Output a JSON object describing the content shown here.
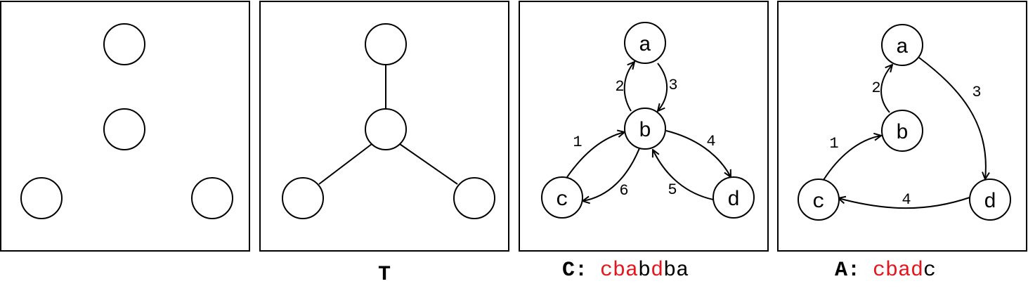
{
  "colors": {
    "highlight": "#e8141c",
    "ink": "#000000"
  },
  "panels": [
    {
      "id": "graph",
      "caption": [],
      "nodes": [
        {
          "id": "n1",
          "label": ""
        },
        {
          "id": "n2",
          "label": ""
        },
        {
          "id": "n3",
          "label": ""
        },
        {
          "id": "n4",
          "label": ""
        }
      ],
      "edges": []
    },
    {
      "id": "tree",
      "caption": [
        {
          "text": "T",
          "bold": true,
          "color": "#000000"
        }
      ],
      "nodes": [
        {
          "id": "n1",
          "label": ""
        },
        {
          "id": "n2",
          "label": ""
        },
        {
          "id": "n3",
          "label": ""
        },
        {
          "id": "n4",
          "label": ""
        }
      ],
      "edges": [
        {
          "from": "n1",
          "to": "n2",
          "label": ""
        },
        {
          "from": "n2",
          "to": "n3",
          "label": ""
        },
        {
          "from": "n2",
          "to": "n4",
          "label": ""
        }
      ]
    },
    {
      "id": "closed-walk",
      "caption": [
        {
          "text": "C:",
          "bold": true,
          "color": "#000000"
        },
        {
          "text": "cba",
          "bold": false,
          "color": "#e8141c"
        },
        {
          "text": "b",
          "bold": false,
          "color": "#000000"
        },
        {
          "text": "d",
          "bold": false,
          "color": "#e8141c"
        },
        {
          "text": "ba",
          "bold": false,
          "color": "#000000"
        }
      ],
      "nodes": [
        {
          "id": "a",
          "label": "a"
        },
        {
          "id": "b",
          "label": "b"
        },
        {
          "id": "c",
          "label": "c"
        },
        {
          "id": "d",
          "label": "d"
        }
      ],
      "edges": [
        {
          "from": "c",
          "to": "b",
          "label": "1"
        },
        {
          "from": "b",
          "to": "a",
          "label": "2"
        },
        {
          "from": "a",
          "to": "b",
          "label": "3"
        },
        {
          "from": "b",
          "to": "d",
          "label": "4"
        },
        {
          "from": "d",
          "to": "b",
          "label": "5"
        },
        {
          "from": "b",
          "to": "c",
          "label": "6"
        }
      ]
    },
    {
      "id": "shortcut-cycle",
      "caption": [
        {
          "text": "A:",
          "bold": true,
          "color": "#000000"
        },
        {
          "text": "cbad",
          "bold": false,
          "color": "#e8141c"
        },
        {
          "text": "c",
          "bold": false,
          "color": "#000000"
        }
      ],
      "nodes": [
        {
          "id": "a",
          "label": "a"
        },
        {
          "id": "b",
          "label": "b"
        },
        {
          "id": "c",
          "label": "c"
        },
        {
          "id": "d",
          "label": "d"
        }
      ],
      "edges": [
        {
          "from": "c",
          "to": "b",
          "label": "1"
        },
        {
          "from": "b",
          "to": "a",
          "label": "2"
        },
        {
          "from": "a",
          "to": "d",
          "label": "3"
        },
        {
          "from": "d",
          "to": "c",
          "label": "4"
        }
      ]
    }
  ]
}
